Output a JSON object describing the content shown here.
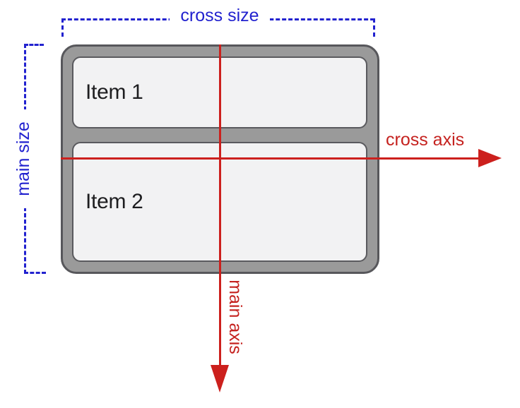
{
  "colors": {
    "blue": "#2222cf",
    "red": "#cc201d",
    "red_text": "#c5221f",
    "container_fill": "#9a9a9a",
    "container_stroke": "#57575b",
    "item_fill": "#f2f2f3",
    "item_stroke": "#5a5a5e",
    "item_text": "#1d1d1f"
  },
  "labels": {
    "cross_size": "cross size",
    "main_size": "main size",
    "cross_axis": "cross axis",
    "main_axis": "main axis"
  },
  "items": [
    {
      "label": "Item 1"
    },
    {
      "label": "Item 2"
    }
  ]
}
